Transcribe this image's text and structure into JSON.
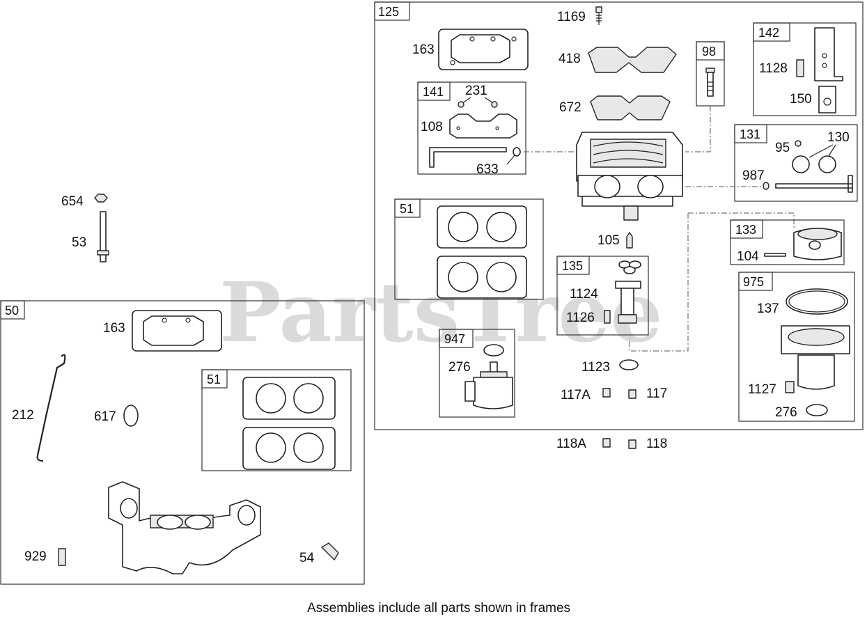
{
  "watermark": "PartsTree",
  "caption": "Assemblies include all parts shown in frames",
  "frames": {
    "f125": "125",
    "f141": "141",
    "f51a": "51",
    "f98": "98",
    "f142": "142",
    "f131": "131",
    "f133": "133",
    "f135": "135",
    "f947": "947",
    "f975": "975",
    "f50": "50",
    "f51b": "51"
  },
  "callouts": {
    "p1169": "1169",
    "p163a": "163",
    "p418": "418",
    "p672": "672",
    "p231": "231",
    "p108": "108",
    "p633": "633",
    "p1128": "1128",
    "p150": "150",
    "p95": "95",
    "p130": "130",
    "p987": "987",
    "p104": "104",
    "p105": "105",
    "p1124": "1124",
    "p1126": "1126",
    "p276a": "276",
    "p1123": "1123",
    "p117A": "117A",
    "p117": "117",
    "p118A": "118A",
    "p118": "118",
    "p137": "137",
    "p1127": "1127",
    "p276b": "276",
    "p654": "654",
    "p53": "53",
    "p163b": "163",
    "p212": "212",
    "p617": "617",
    "p929": "929",
    "p54": "54"
  }
}
